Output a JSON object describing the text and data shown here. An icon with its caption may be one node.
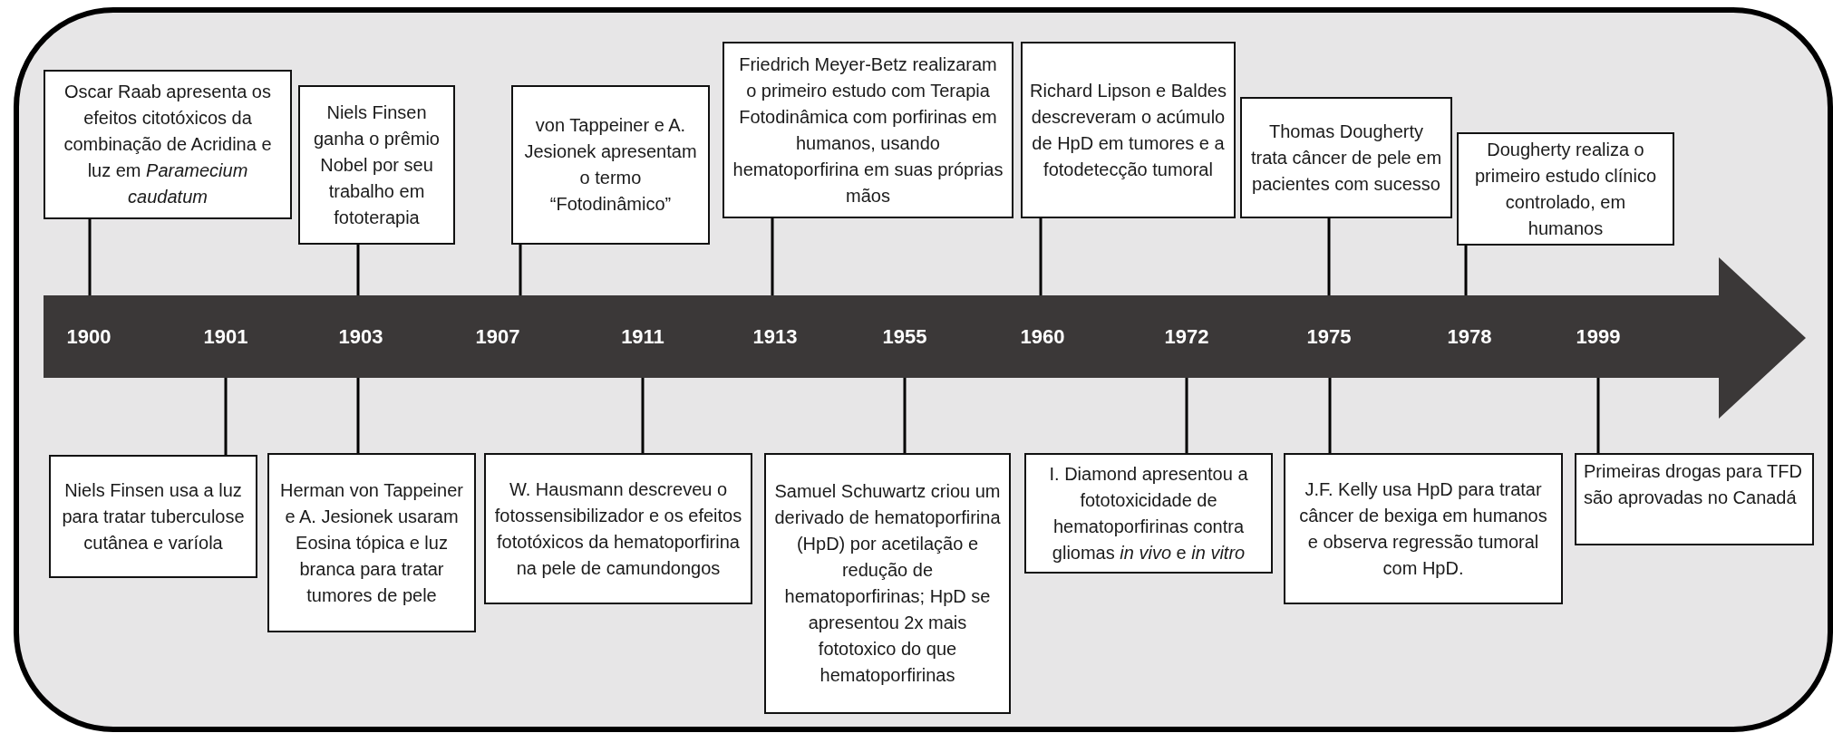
{
  "diagram": {
    "nodes": [
      {
        "text": [
          "Oscar Raab apresenta os efeitos citotóxicos da combinação de Acridina e luz em *Paramecium caudatum*"
        ]
      },
      {
        "text": [
          "Niels Finsen ganha o prêmio Nobel por seu trabalho em fototerapia"
        ]
      },
      {
        "text": [
          "von Tappeiner e A. Jesionek apresentam o termo “Fotodinâmico”"
        ]
      },
      {
        "text": [
          "Friedrich Meyer-Betz realizaram o primeiro estudo com Terapia Fotodinâmica com porfirinas em humanos, usando hematoporfirina em suas próprias mãos"
        ]
      },
      {
        "text": [
          "Richard Lipson e Baldes descreveram o acúmulo de HpD em tumores e a fotodetecção tumoral"
        ]
      },
      {
        "text": [
          "Thomas Dougherty trata câncer de pele em pacientes com sucesso"
        ]
      },
      {
        "text": [
          "Dougherty realiza o primeiro estudo clínico controlado, em humanos"
        ]
      },
      {
        "text": [],
        "shape": "arrow"
      },
      {
        "text": [
          "1900"
        ],
        "in": 7
      },
      {
        "text": [
          "1901"
        ],
        "in": 7
      },
      {
        "text": [
          "1903"
        ],
        "in": 7
      },
      {
        "text": [
          "1907"
        ],
        "in": 7
      },
      {
        "text": [
          "1911"
        ],
        "in": 7
      },
      {
        "text": [
          "1913"
        ],
        "in": 7
      },
      {
        "text": [
          "1955"
        ],
        "in": 7
      },
      {
        "text": [
          "1960"
        ],
        "in": 7
      },
      {
        "text": [
          "1972"
        ],
        "in": 7
      },
      {
        "text": [
          "1975"
        ],
        "in": 7
      },
      {
        "text": [
          "1978"
        ],
        "in": 7
      },
      {
        "text": [
          "1999"
        ],
        "in": 7
      },
      {
        "text": [
          "Niels Finsen usa a luz para tratar tuberculose cutânea e varíola"
        ]
      },
      {
        "text": [
          "Herman von Tappeiner e A. Jesionek usaram Eosina tópica e luz branca para tratar tumores de pele"
        ]
      },
      {
        "text": [
          "W. Hausmann descreveu o fotossensibilizador e os efeitos fototóxicos da hematoporfirina na pele de camundongos"
        ]
      },
      {
        "text": [
          "Samuel Schuwartz criou um derivado de hematoporfirina (HpD) por acetilação e redução de hematoporfirinas; HpD se apresentou 2x mais fototoxico do que hematoporfirinas"
        ]
      },
      {
        "text": [
          "I. Diamond apresentou a fototoxicidade de hematoporfirinas contra gliomas *in vivo* e *in vitro*"
        ]
      },
      {
        "text": [
          "J.F. Kelly usa HpD para tratar câncer de bexiga em humanos e observa regressão tumoral com HpD."
        ]
      },
      {
        "text": [
          "Primeiras drogas para TFD são aprovadas no Canadá"
        ]
      }
    ],
    "edges": [
      {
        "from": 0,
        "to": 8,
        "arrow": "none"
      },
      {
        "from": 1,
        "to": 10,
        "arrow": "none"
      },
      {
        "from": 2,
        "to": 11,
        "arrow": "none"
      },
      {
        "from": 3,
        "to": 13,
        "arrow": "none"
      },
      {
        "from": 4,
        "to": 15,
        "arrow": "none"
      },
      {
        "from": 5,
        "to": 17,
        "arrow": "none"
      },
      {
        "from": 6,
        "to": 18,
        "arrow": "none"
      },
      {
        "from": 20,
        "to": 9,
        "arrow": "none"
      },
      {
        "from": 21,
        "to": 10,
        "arrow": "none"
      },
      {
        "from": 22,
        "to": 12,
        "arrow": "none"
      },
      {
        "from": 23,
        "to": 14,
        "arrow": "none"
      },
      {
        "from": 24,
        "to": 16,
        "arrow": "none"
      },
      {
        "from": 25,
        "to": 17,
        "arrow": "none"
      },
      {
        "from": 26,
        "to": 19,
        "arrow": "none"
      }
    ]
  }
}
